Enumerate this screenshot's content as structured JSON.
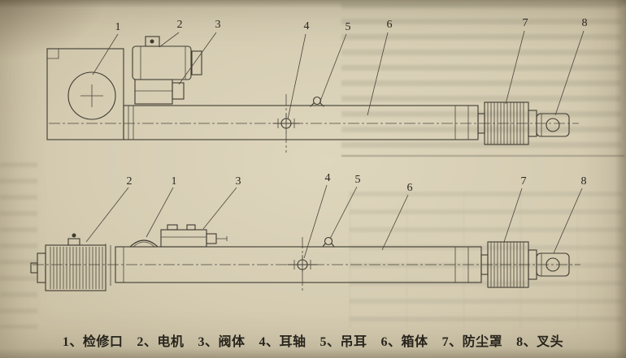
{
  "callouts": {
    "top": [
      "1",
      "2",
      "3",
      "4",
      "5",
      "6",
      "7",
      "8"
    ],
    "bottom": [
      "2",
      "1",
      "3",
      "4",
      "5",
      "6",
      "7",
      "8"
    ]
  },
  "legend": {
    "separator": "、",
    "items": [
      {
        "num": "1",
        "label": "检修口"
      },
      {
        "num": "2",
        "label": "电机"
      },
      {
        "num": "3",
        "label": "阀体"
      },
      {
        "num": "4",
        "label": "耳轴"
      },
      {
        "num": "5",
        "label": "吊耳"
      },
      {
        "num": "6",
        "label": "箱体"
      },
      {
        "num": "7",
        "label": "防尘罩"
      },
      {
        "num": "8",
        "label": "叉头"
      }
    ]
  }
}
